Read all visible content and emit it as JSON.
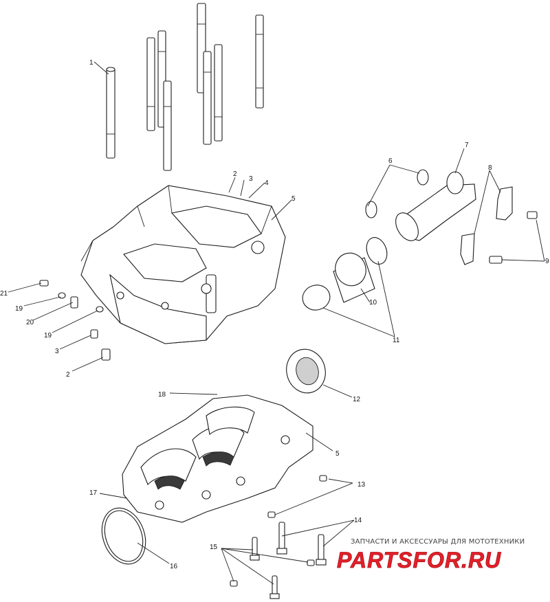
{
  "callouts": {
    "c1": "1",
    "c2_top": "2",
    "c3_top": "3",
    "c4": "4",
    "c5_top": "5",
    "c6": "6",
    "c7": "7",
    "c8": "8",
    "c9": "9",
    "c10": "10",
    "c11": "11",
    "c12": "12",
    "c13": "13",
    "c14": "14",
    "c15": "15",
    "c16": "16",
    "c17": "17",
    "c18": "18",
    "c5_bottom": "5",
    "c21": "21",
    "c19_a": "19",
    "c20": "20",
    "c19_b": "19",
    "c3_left": "3",
    "c2_left": "2"
  },
  "watermark": {
    "tagline": "ЗАПЧАСТИ И АКСЕССУАРЫ ДЛЯ МОТОТЕХНИКИ",
    "brand": "PARTSFOR.RU",
    "brand_color": "#e2202a"
  }
}
